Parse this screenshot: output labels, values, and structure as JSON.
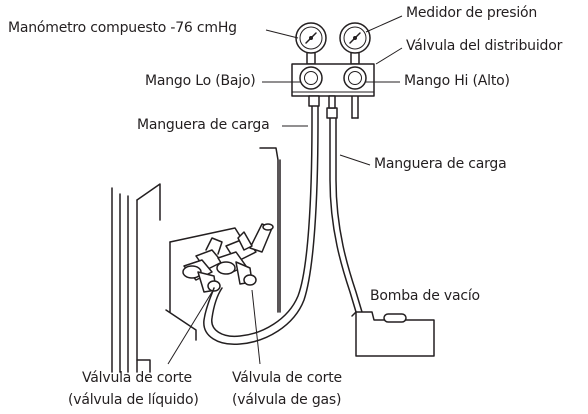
{
  "labels": {
    "compound_gauge": "Manómetro compuesto -76 cmHg",
    "pressure_gauge": "Medidor de presión",
    "manifold_valve": "Válvula del distribuidor",
    "lo_handle": "Mango Lo (Bajo)",
    "hi_handle": "Mango Hi (Alto)",
    "charge_hose_1": "Manguera de carga",
    "charge_hose_2": "Manguera de carga",
    "vacuum_pump": "Bomba de vacío",
    "liquid_valve_line1": "Válvula de corte",
    "liquid_valve_line2": "(válvula de líquido)",
    "gas_valve_line1": "Válvula de corte",
    "gas_valve_line2": "(válvula de gas)"
  }
}
